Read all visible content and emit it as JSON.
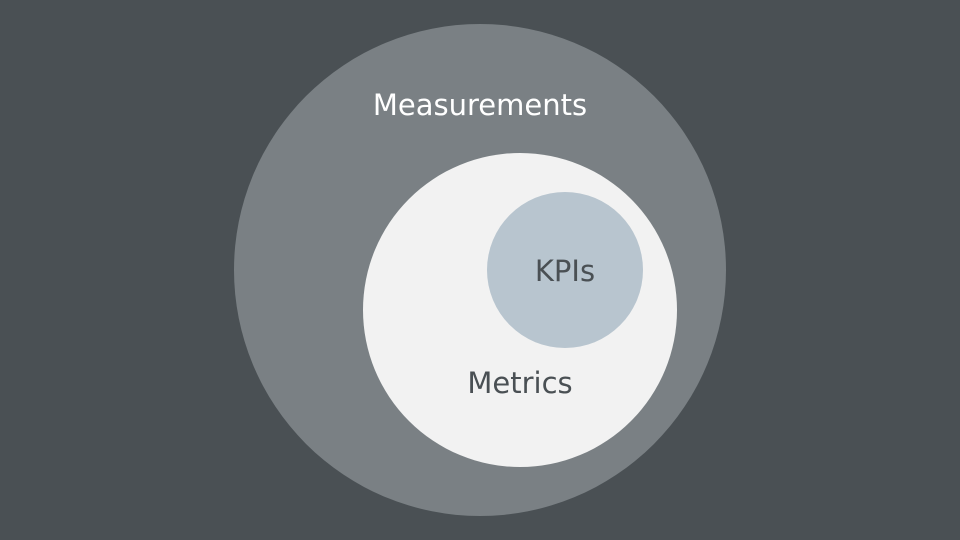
{
  "diagram": {
    "type": "nested-venn",
    "background_color": "#4a5054",
    "circles": [
      {
        "id": "measurements",
        "label": "Measurements",
        "fill": "#7a8084",
        "text_color": "#ffffff"
      },
      {
        "id": "metrics",
        "label": "Metrics",
        "fill": "#f2f2f2",
        "text_color": "#4a5054"
      },
      {
        "id": "kpis",
        "label": "KPIs",
        "fill": "#b8c5cf",
        "text_color": "#4a5054"
      }
    ]
  }
}
